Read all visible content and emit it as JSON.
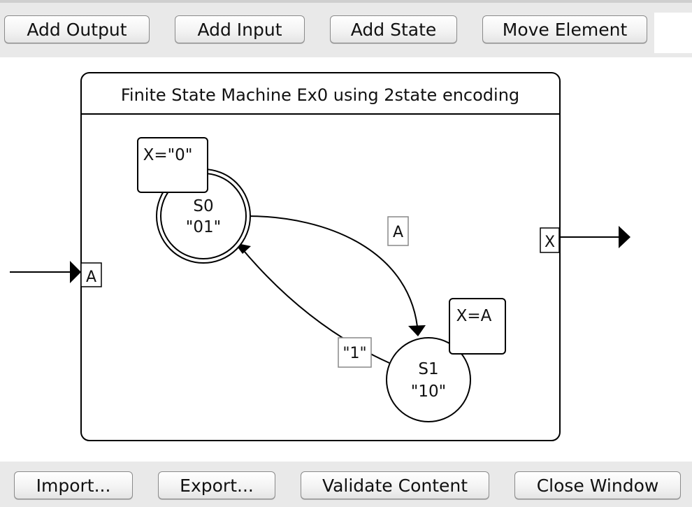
{
  "toolbar": {
    "add_output": "Add Output",
    "add_input": "Add Input",
    "add_state": "Add State",
    "move_element": "Move Element"
  },
  "diagram": {
    "title": "Finite State Machine Ex0 using 2state encoding",
    "states": [
      {
        "name": "S0",
        "code": "\"01\"",
        "output": "X=\"0\""
      },
      {
        "name": "S1",
        "code": "\"10\"",
        "output": "X=A"
      }
    ],
    "transitions": [
      {
        "from": "S0",
        "to": "S1",
        "condition": "A"
      },
      {
        "from": "S1",
        "to": "S0",
        "condition": "\"1\""
      }
    ],
    "input_port": "A",
    "output_port": "X"
  },
  "footer": {
    "import": "Import...",
    "export": "Export...",
    "validate": "Validate Content",
    "close": "Close Window"
  }
}
